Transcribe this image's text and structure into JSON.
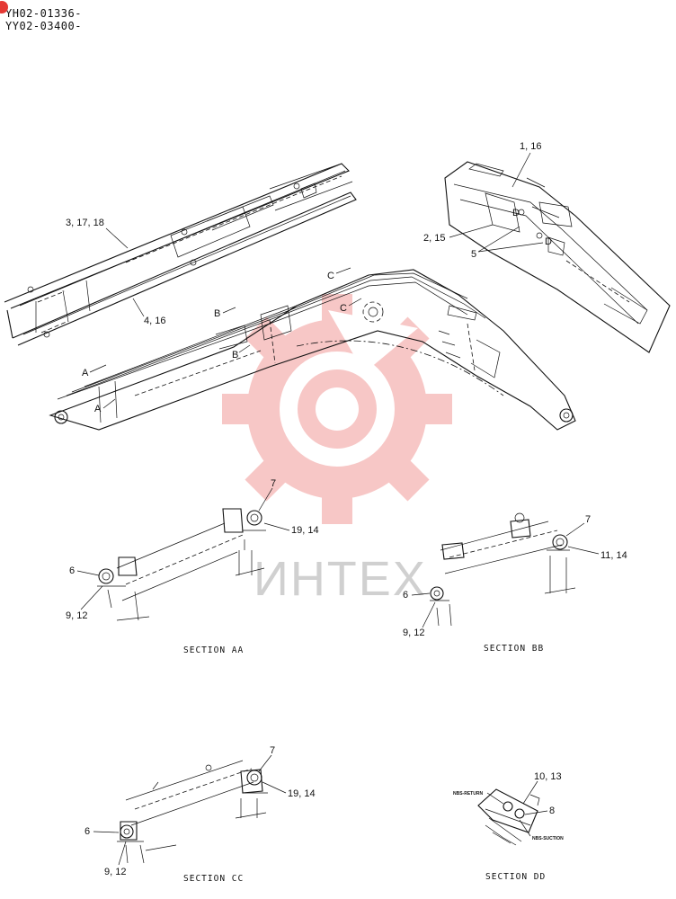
{
  "header": {
    "serial_1": "YH02-01336-",
    "serial_2": "YY02-03400-"
  },
  "callouts": {
    "c_1_16": "1, 16",
    "c_2_15": "2, 15",
    "c_5": "5",
    "c_3_17_18": "3, 17, 18",
    "c_4_16": "4, 16",
    "view_a1": "A",
    "view_a2": "A",
    "view_b1": "B",
    "view_b2": "B",
    "view_c1": "C",
    "view_c2": "C",
    "view_d1": "D",
    "view_d2": "D"
  },
  "section_aa": {
    "title": "SECTION AA",
    "c7": "7",
    "c19_14": "19, 14",
    "c6": "6",
    "c9_12": "9, 12"
  },
  "section_bb": {
    "title": "SECTION BB",
    "c7": "7",
    "c11_14": "11, 14",
    "c6": "6",
    "c9_12": "9, 12"
  },
  "section_cc": {
    "title": "SECTION CC",
    "c7": "7",
    "c19_14": "19, 14",
    "c6": "6",
    "c9_12": "9, 12"
  },
  "section_dd": {
    "title": "SECTION DD",
    "c10_13": "10, 13",
    "c8": "8",
    "nbs_return": "NBS-RETURN",
    "nbs_suction": "NBS-SUCTION"
  },
  "watermark": {
    "text": "ИНТЕХ",
    "color": "#e53935"
  }
}
